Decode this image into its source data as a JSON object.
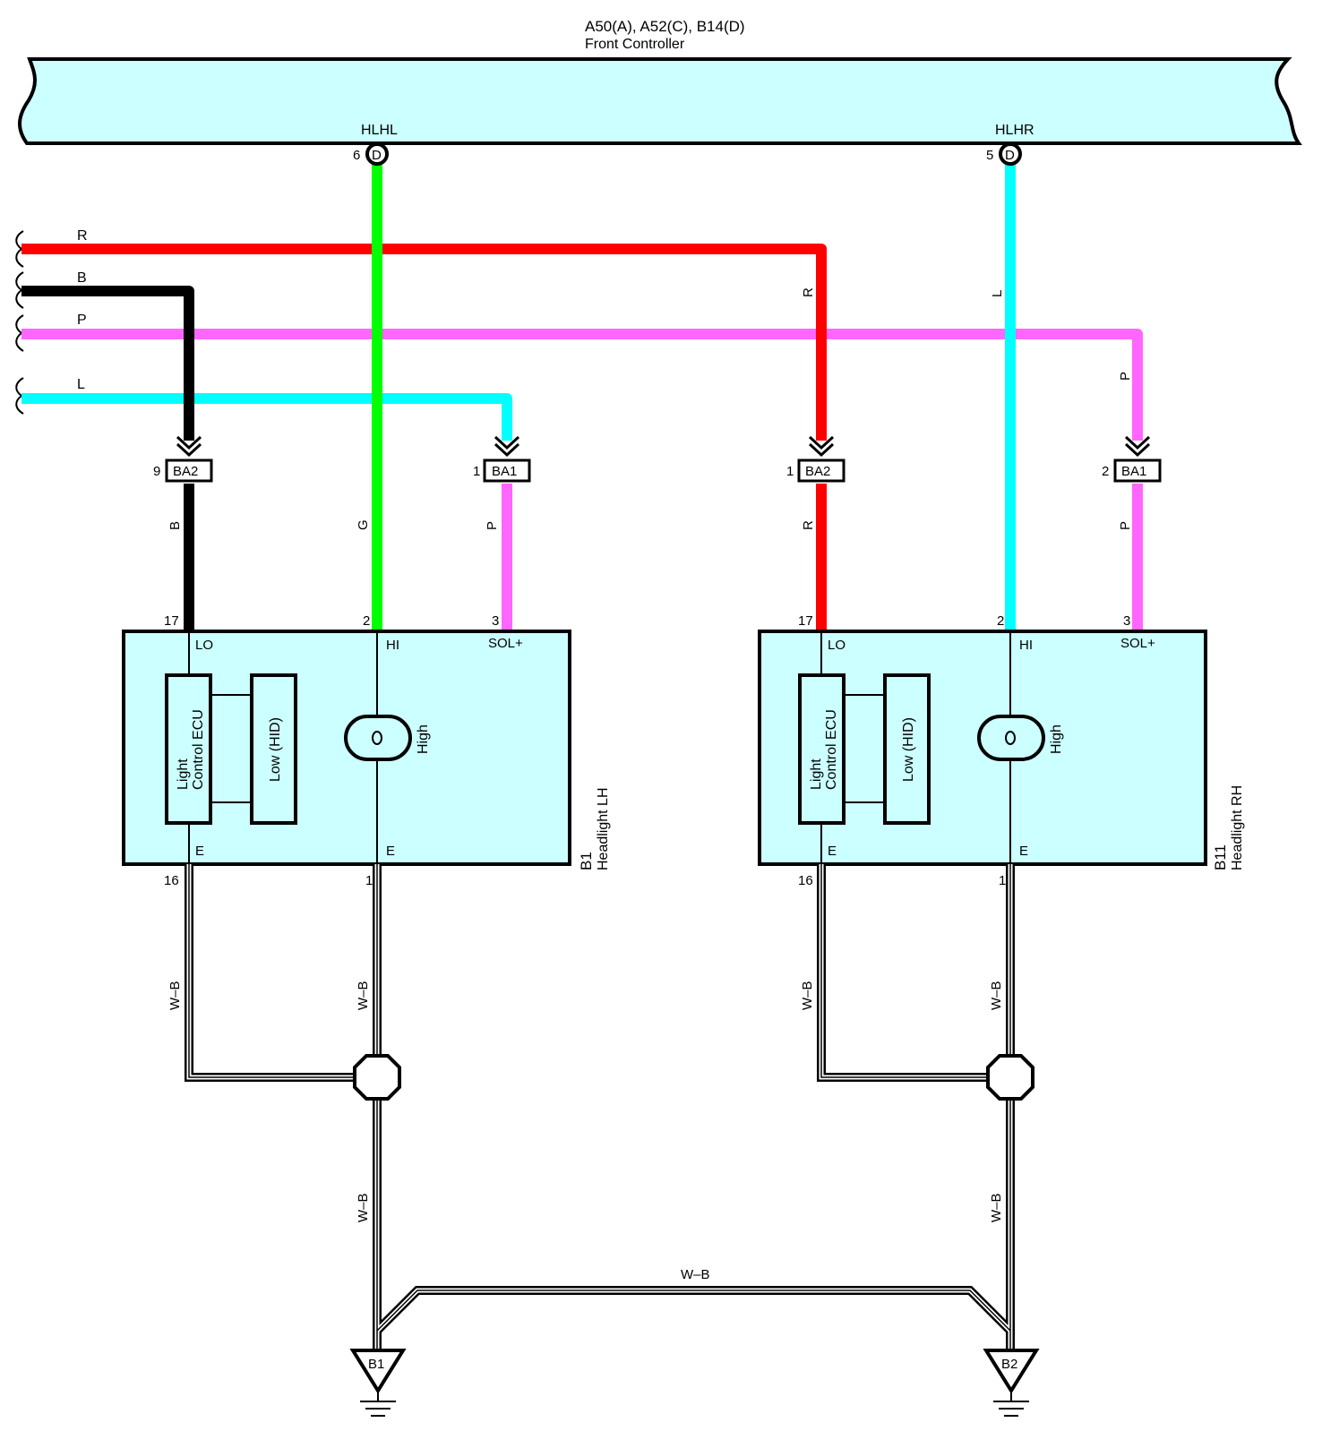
{
  "controller": {
    "title": "A50(A), A52(C), B14(D)",
    "subtitle": "Front Controller",
    "pins": [
      {
        "name": "HLHL",
        "number": "6",
        "connector": "D"
      },
      {
        "name": "HLHR",
        "number": "5",
        "connector": "D"
      }
    ]
  },
  "incoming_wires": [
    {
      "label": "R",
      "color": "#ff0000"
    },
    {
      "label": "B",
      "color": "#000000"
    },
    {
      "label": "P",
      "color": "#ff66ff"
    },
    {
      "label": "L",
      "color": "#00ffff"
    }
  ],
  "hi_wires": {
    "left": {
      "label": "G",
      "color": "#00ff00"
    },
    "right": {
      "label": "L",
      "color": "#00ffff"
    }
  },
  "junctions": [
    {
      "pin": "9",
      "name": "BA2"
    },
    {
      "pin": "1",
      "name": "BA1"
    },
    {
      "pin": "1",
      "name": "BA2"
    },
    {
      "pin": "2",
      "name": "BA1"
    }
  ],
  "vertical_wire_labels": {
    "left_lo": "B",
    "left_hi": "G",
    "left_sol": "P",
    "right_lo": "R",
    "right_hi": "L",
    "right_sol": "P"
  },
  "headlights": [
    {
      "code": "B1",
      "name": "Headlight LH",
      "pins": {
        "lo": "17",
        "hi": "2",
        "sol": "3",
        "e1": "16",
        "e2": "1"
      },
      "terminals": {
        "lo": "LO",
        "hi": "HI",
        "sol": "SOL+",
        "e1": "E",
        "e2": "E"
      },
      "ecu_label": [
        "Light",
        "Control ECU"
      ],
      "low_label": "Low (HID)",
      "high_label": "High"
    },
    {
      "code": "B11",
      "name": "Headlight RH",
      "pins": {
        "lo": "17",
        "hi": "2",
        "sol": "3",
        "e1": "16",
        "e2": "1"
      },
      "terminals": {
        "lo": "LO",
        "hi": "HI",
        "sol": "SOL+",
        "e1": "E",
        "e2": "E"
      },
      "ecu_label": [
        "Light",
        "Control ECU"
      ],
      "low_label": "Low (HID)",
      "high_label": "High"
    }
  ],
  "ground_wire_label": "W–B",
  "grounds": [
    "B1",
    "B2"
  ],
  "colors": {
    "bus_fill": "#ccffff",
    "box_fill": "#ccffff"
  }
}
